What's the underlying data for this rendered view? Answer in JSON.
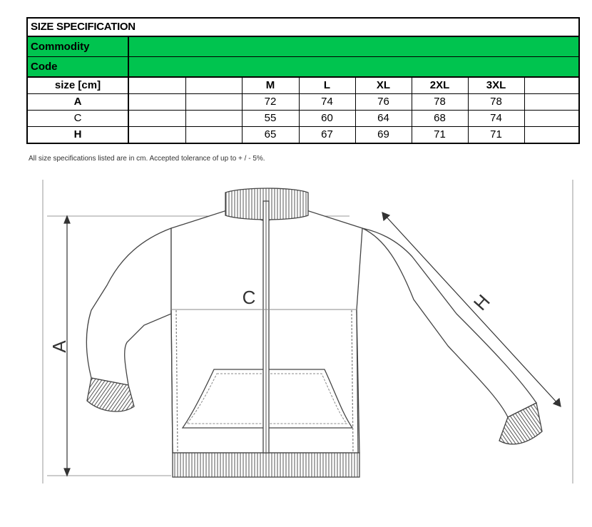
{
  "table": {
    "title": "SIZE SPECIFICATION",
    "commodity_label": "Commodity",
    "code_label": "Code",
    "header_label": "size [cm]",
    "sizes": [
      "",
      "",
      "M",
      "L",
      "XL",
      "2XL",
      "3XL",
      ""
    ],
    "rows": [
      {
        "label": "A",
        "values": [
          "",
          "",
          "72",
          "74",
          "76",
          "78",
          "78",
          ""
        ]
      },
      {
        "label": "C",
        "values": [
          "",
          "",
          "55",
          "60",
          "64",
          "68",
          "74",
          ""
        ]
      },
      {
        "label": "H",
        "values": [
          "",
          "",
          "65",
          "67",
          "69",
          "71",
          "71",
          ""
        ]
      }
    ]
  },
  "note": "All size specifications listed are in cm. Accepted tolerance of up to + / - 5%.",
  "diagram": {
    "label_a": "A",
    "label_c": "C",
    "label_h": "H"
  },
  "colors": {
    "green": "#00c44f"
  }
}
